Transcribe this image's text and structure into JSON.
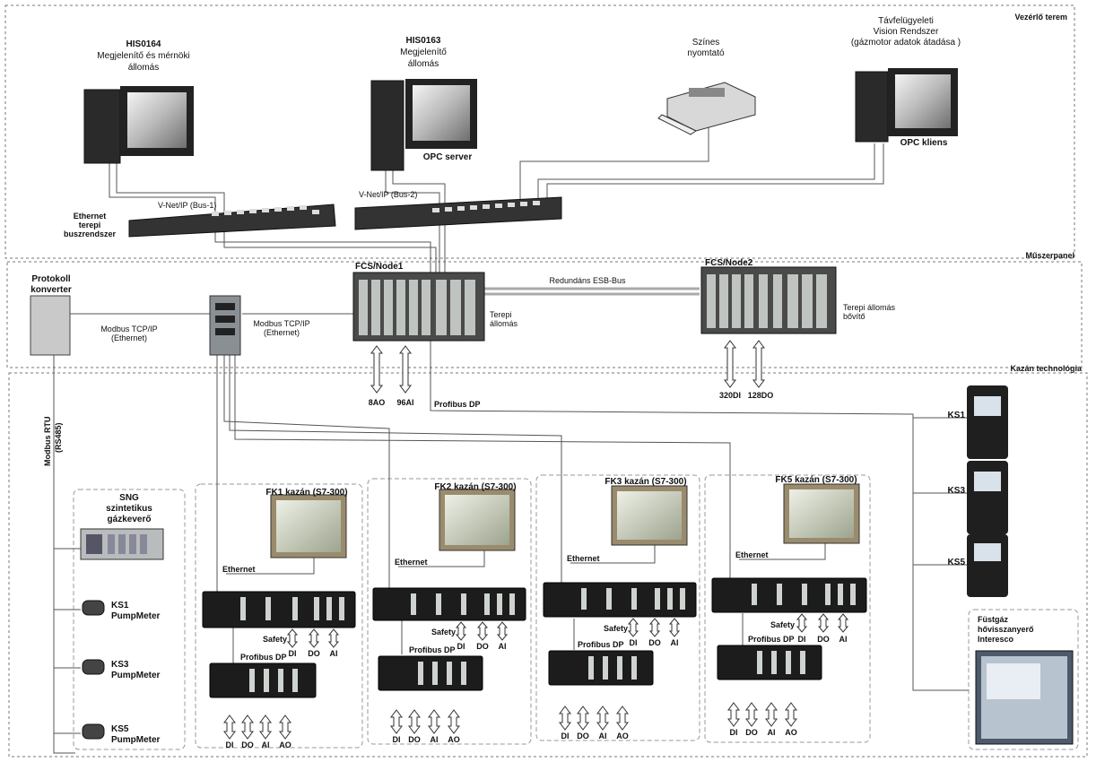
{
  "zones": {
    "control_room": "Vezérlő terem",
    "instrument_panel": "Műszerpanel",
    "boiler_tech": "Kazán technológia"
  },
  "workstations": {
    "his0164": {
      "id": "HIS0164",
      "line1": "Megjelenítő és mérnöki",
      "line2": "állomás"
    },
    "his0163": {
      "id": "HIS0163",
      "line1": "Megjelenítő",
      "line2": "állomás",
      "role": "OPC server"
    },
    "printer": {
      "line1": "Színes",
      "line2": "nyomtató"
    },
    "remote": {
      "line1": "Távfelügyeleti",
      "line2": "Vision Rendszer",
      "line3": "(gázmotor adatok átadása )",
      "role": "OPC kliens"
    }
  },
  "network": {
    "ethernet_line1": "Ethernet",
    "ethernet_line2": "terepi",
    "ethernet_line3": "buszrendszer",
    "bus1": "V-Net/IP (Bus-1)",
    "bus2": "V-Net/IP (Bus-2)",
    "protocol_line1": "Protokoll",
    "protocol_line2": "konverter",
    "modbus_tcp_a": "Modbus TCP/IP",
    "modbus_tcp_a2": "(Ethernet)",
    "modbus_tcp_b": "Modbus TCP/IP",
    "modbus_tcp_b2": "(Ethernet)",
    "modbus_rtu": "Modbus RTU",
    "modbus_rtu2": "(RS485)",
    "esb": "Redundáns ESB-Bus",
    "profibus": "Profibus DP"
  },
  "fcs": {
    "node1": "FCS/Node1",
    "node1_desc1": "Terepi",
    "node1_desc2": "állomás",
    "node2": "FCS/Node2",
    "node2_desc1": "Terepi állomás",
    "node2_desc2": "bővítő",
    "io1a": "8AO",
    "io1b": "96AI",
    "io2a": "320DI",
    "io2b": "128DO"
  },
  "boilers": [
    {
      "title": "FK1 kazán (S7-300)",
      "ethernet": "Ethernet",
      "safety": "Safety",
      "upper_io": [
        "DI",
        "DO",
        "AI"
      ],
      "profibus": "Profibus DP",
      "lower_io": [
        "DI",
        "DO",
        "AI",
        "AO"
      ]
    },
    {
      "title": "FK2 kazán (S7-300)",
      "ethernet": "Ethernet",
      "safety": "Safety",
      "upper_io": [
        "DI",
        "DO",
        "AI"
      ],
      "profibus": "Profibus DP",
      "lower_io": [
        "DI",
        "DO",
        "AI",
        "AO"
      ]
    },
    {
      "title": "FK3 kazán (S7-300)",
      "ethernet": "Ethernet",
      "safety": "Safety",
      "upper_io": [
        "DI",
        "DO",
        "AI"
      ],
      "profibus": "Profibus DP",
      "lower_io": [
        "DI",
        "DO",
        "AI",
        "AO"
      ]
    },
    {
      "title": "FK5 kazán (S7-300)",
      "ethernet": "Ethernet",
      "safety": "Safety",
      "upper_io": [
        "DI",
        "DO",
        "AI"
      ],
      "profibus": "Profibus DP",
      "lower_io": [
        "DI",
        "DO",
        "AI",
        "AO"
      ]
    }
  ],
  "left_devices": {
    "sng_line1": "SNG",
    "sng_line2": "szintetikus",
    "sng_line3": "gázkeverő",
    "pumps": [
      {
        "id": "KS1",
        "name": "PumpMeter"
      },
      {
        "id": "KS3",
        "name": "PumpMeter"
      },
      {
        "id": "KS5",
        "name": "PumpMeter"
      }
    ]
  },
  "right_devices": {
    "drives": [
      "KS1",
      "KS3",
      "KS5"
    ],
    "analyzer_line1": "Füstgáz",
    "analyzer_line2": "hővisszanyerő",
    "analyzer_line3": "Interesco"
  }
}
